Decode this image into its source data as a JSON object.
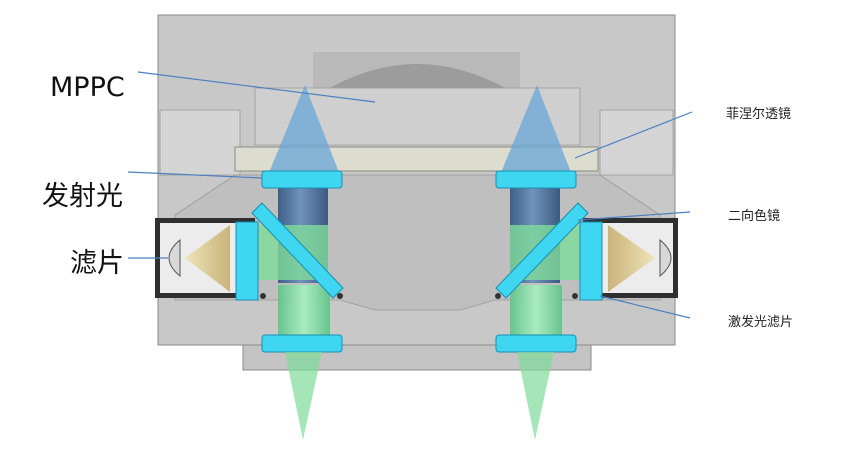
{
  "labels": {
    "mppc": "MPPC",
    "emission_light": "发射光",
    "filter": "滤片",
    "fresnel_lens": "菲涅尔透镜",
    "dichroic_mirror": "二向色镜",
    "excitation_filter": "激发光滤片"
  },
  "colors": {
    "housing": "#c6c6c6",
    "housing_dark": "#a9a9a9",
    "cyan": "#33d3f0",
    "blue_beam": "#5f9ed1",
    "green_beam": "#7fdc9a",
    "led_yellow": "#d7c48b",
    "leader": "#4a7fc1"
  }
}
